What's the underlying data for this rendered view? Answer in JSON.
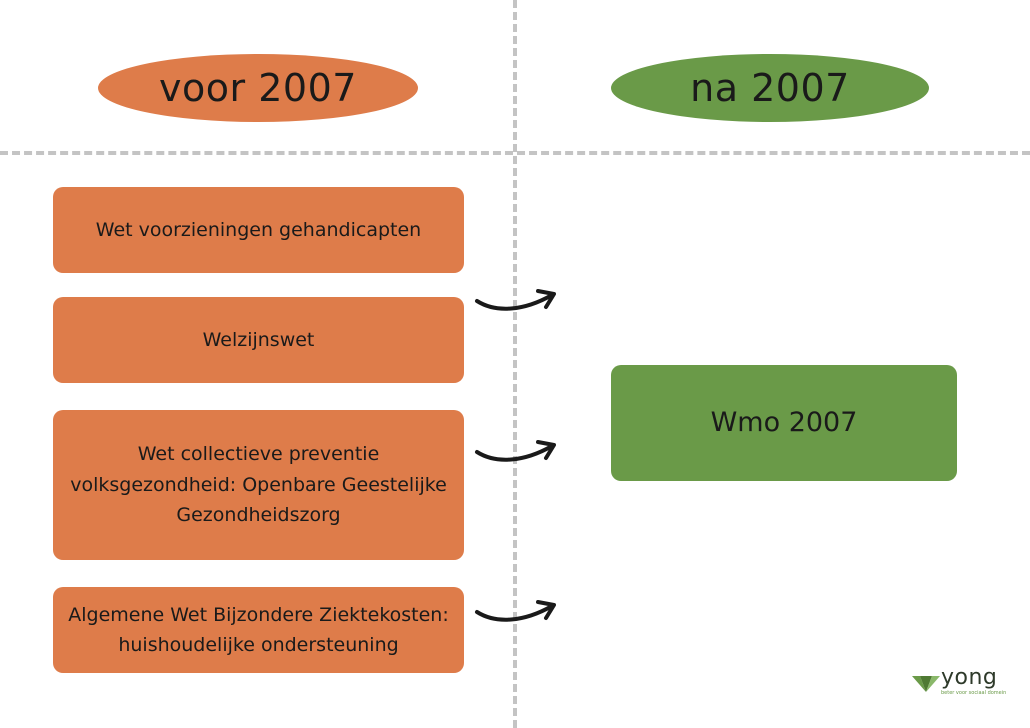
{
  "headers": {
    "before": "voor 2007",
    "after": "na 2007"
  },
  "laws_before": [
    "Wet voorzieningen gehandicapten",
    "Welzijnswet",
    "Wet collectieve preventie volksgezondheid: Openbare Geestelijke Gezondheidszorg",
    "Algemene Wet Bijzondere Ziektekosten: huishoudelijke ondersteuning"
  ],
  "law_after": "Wmo 2007",
  "logo": {
    "name": "yong",
    "tagline": "beter voor sociaal domein"
  },
  "colors": {
    "before": "#de7c4a",
    "after": "#6a9a48",
    "divider": "#c4c4c4"
  },
  "icons": [
    "curved-arrow-icon",
    "yong-logo-mark-icon"
  ]
}
